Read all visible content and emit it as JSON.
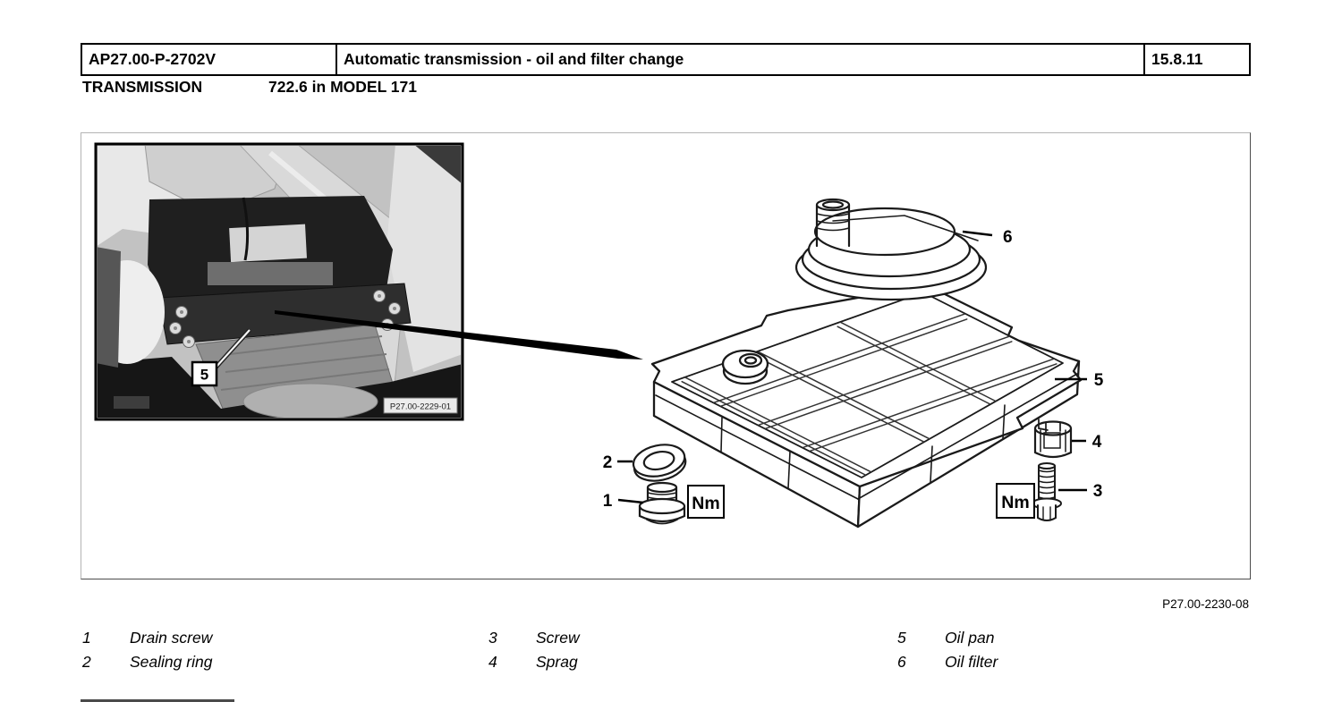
{
  "page": {
    "doc_code": "AP27.00-P-2702V",
    "title": "Automatic transmission - oil and filter change",
    "date": "15.8.11",
    "section_label": "TRANSMISSION",
    "model_line": "722.6 in MODEL 171"
  },
  "figure": {
    "photo_ref": "P27.00-2229-01",
    "figure_ref": "P27.00-2230-08",
    "torque_symbol": "Nm",
    "callouts": {
      "c1": "1",
      "c2": "2",
      "c3": "3",
      "c4": "4",
      "c5": "5",
      "c6": "6",
      "photo_c5": "5"
    }
  },
  "legend": {
    "items": [
      {
        "num": "1",
        "label": "Drain screw"
      },
      {
        "num": "2",
        "label": "Sealing ring"
      },
      {
        "num": "3",
        "label": "Screw"
      },
      {
        "num": "4",
        "label": "Sprag"
      },
      {
        "num": "5",
        "label": "Oil pan"
      },
      {
        "num": "6",
        "label": "Oil filter"
      }
    ]
  }
}
